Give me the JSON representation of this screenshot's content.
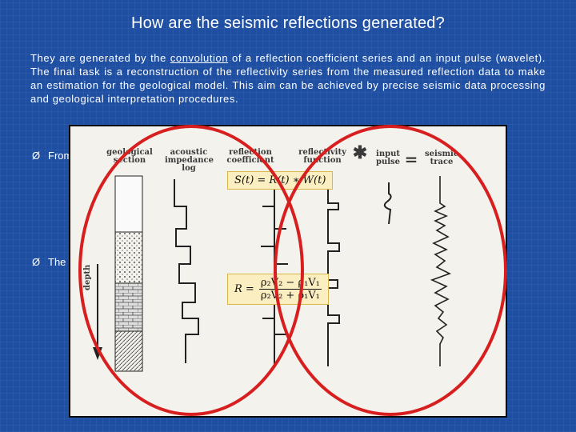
{
  "slide": {
    "title": "How are the seismic reflections generated?",
    "intro_before": "They are generated by the ",
    "intro_link": "convolution",
    "intro_after": " of a reflection coefficient series and an input pulse (wavelet). The final task is a reconstruction of the reflectivity series from the measured reflection data to make an estimation for the geological model. This aim can be achieved by precise seismic data processing and geological interpretation procedures.",
    "bullets": [
      {
        "arrow": "Ø",
        "text": "From"
      },
      {
        "arrow": "Ø",
        "text": "The"
      }
    ]
  },
  "figure": {
    "labels": {
      "geological_section": "geological section",
      "acoustic_impedance_log": "acoustic impedance log",
      "reflection_coefficient": "reflection coefficient",
      "reflectivity_function": "reflectivity function",
      "convolve_symbol": "✱",
      "input_pulse": "input pulse",
      "equals_symbol": "=",
      "seismic_trace": "seismic trace",
      "depth": "depth"
    },
    "formula_convolution": "S(t) = R(t) ∗ W(t)",
    "formula_reflection": {
      "lhs": "R =",
      "numerator": "ρ₂V₂ − ρ₁V₁",
      "denominator": "ρ₂V₂ + ρ₁V₁"
    },
    "colors": {
      "background": "#1f4fa3",
      "circle": "#d81f1f",
      "formula_box": "#fbeec0"
    }
  }
}
